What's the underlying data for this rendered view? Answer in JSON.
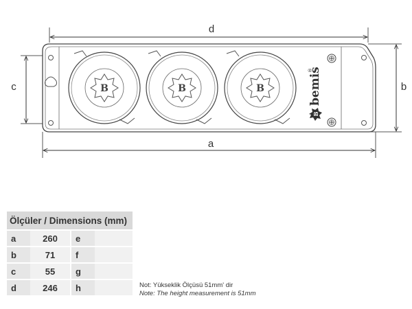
{
  "drawing": {
    "dimension_labels": {
      "d": "d",
      "a": "a",
      "b": "b",
      "c": "c"
    },
    "brand": "bemis",
    "brand_mark": "®",
    "socket_letter": "B",
    "socket_count": 3
  },
  "table": {
    "header": "Ölçüler / Dimensions (mm)",
    "rows": [
      {
        "key": "a",
        "value": "260",
        "key2": "e",
        "value2": ""
      },
      {
        "key": "b",
        "value": "71",
        "key2": "f",
        "value2": ""
      },
      {
        "key": "c",
        "value": "55",
        "key2": "g",
        "value2": ""
      },
      {
        "key": "d",
        "value": "246",
        "key2": "h",
        "value2": ""
      }
    ]
  },
  "note": {
    "tr": "Not:  Yükseklik Ölçüsü 51mm' dir",
    "en": "Note: The height measurement is 51mm"
  }
}
